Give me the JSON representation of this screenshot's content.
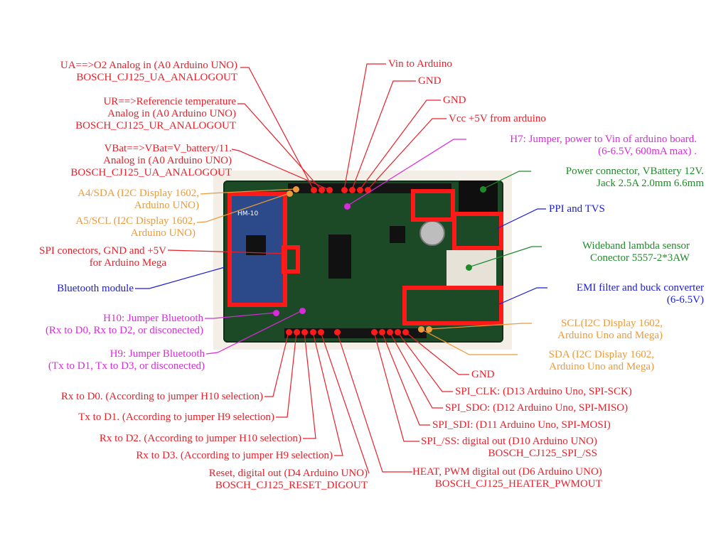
{
  "figure": {
    "subject": "Arduino shield for Bosch CJ125 wideband lambda sensor",
    "colors": {
      "red": "#e8202a",
      "orange": "#ec9a3a",
      "magenta": "#d92bd9",
      "blue": "#1b1bd6",
      "green": "#1f8a2a",
      "highlight": "#ff1a1a",
      "pcb": "#1d4a26"
    }
  },
  "left_labels": {
    "ua": [
      "UA==>O2 Analog in (A0 Arduino UNO)",
      "BOSCH_CJ125_UA_ANALOGOUT"
    ],
    "ur": [
      "UR==>Referencie temperature",
      "Analog in (A0 Arduino UNO)",
      "BOSCH_CJ125_UR_ANALOGOUT"
    ],
    "vbat": [
      "VBat==>VBat=V_battery/11.",
      "Analog in (A0 Arduino UNO)",
      "BOSCH_CJ125_UA_ANALOGOUT"
    ],
    "a4": [
      "A4/SDA (I2C Display 1602,",
      "Arduino UNO)"
    ],
    "a5": [
      "A5/SCL (I2C Display 1602,",
      "Arduino UNO)"
    ],
    "spi_mega": [
      "SPI conectors, GND and +5V",
      "for Arduino Mega"
    ],
    "bluetooth": "Bluetooth module",
    "h10": [
      "H10: Jumper Bluetooth",
      "(Rx to D0, Rx to D2, or disconected)"
    ],
    "h9": [
      "H9: Jumper Bluetooth",
      "(Tx to D1, Tx to D3, or disconected)"
    ]
  },
  "top_labels": {
    "vin": "Vin to Arduino",
    "gnd1": "GND",
    "gnd2": "GND",
    "vcc": "Vcc +5V from arduino",
    "h7": [
      "H7: Jumper, power to Vin of arduino board.",
      "(6-6.5V, 600mA max) ."
    ]
  },
  "right_labels": {
    "power": [
      "Power connector, VBattery 12V.",
      "Jack 2.5A 2.0mm 6.6mm"
    ],
    "ppi": "PPI and TVS",
    "lambda": [
      "Wideband lambda sensor",
      "Conector 5557-2*3AW"
    ],
    "emi": [
      "EMI filter and buck converter",
      "(6-6.5V)"
    ],
    "scl": [
      "SCL(I2C Display 1602,",
      "Arduino Uno and Mega)"
    ],
    "sda": [
      "SDA (I2C Display 1602,",
      "Arduino Uno and Mega)"
    ]
  },
  "bottom_labels": {
    "rx_d0": "Rx to D0. (According to jumper H10 selection)",
    "tx_d1": "Tx to D1. (According to jumper H9 selection)",
    "rx_d2": "Rx to D2. (According to jumper H10 selection)",
    "rx_d3": "Rx to D3. (According to jumper H9 selection)",
    "reset": [
      "Reset, digital out (D4 Arduino UNO)",
      "BOSCH_CJ125_RESET_DIGOUT"
    ],
    "gnd": "GND",
    "spi_clk": "SPI_CLK: (D13 Arduino Uno, SPI-SCK)",
    "spi_sdo": "SPI_SDO: (D12 Arduino Uno, SPI-MISO)",
    "spi_sdi": "SPI_SDI: (D11 Arduino Uno, SPI-MOSI)",
    "spi_ss": [
      "SPI_/SS: digital out (D10 Arduino UNO)",
      "BOSCH_CJ125_SPI_/SS"
    ],
    "heat": [
      "HEAT, PWM digital out (D6 Arduino UNO)",
      "BOSCH_CJ125_HEATER_PWMOUT"
    ]
  },
  "board_marks": {
    "bt_module_text": "HM-10"
  }
}
